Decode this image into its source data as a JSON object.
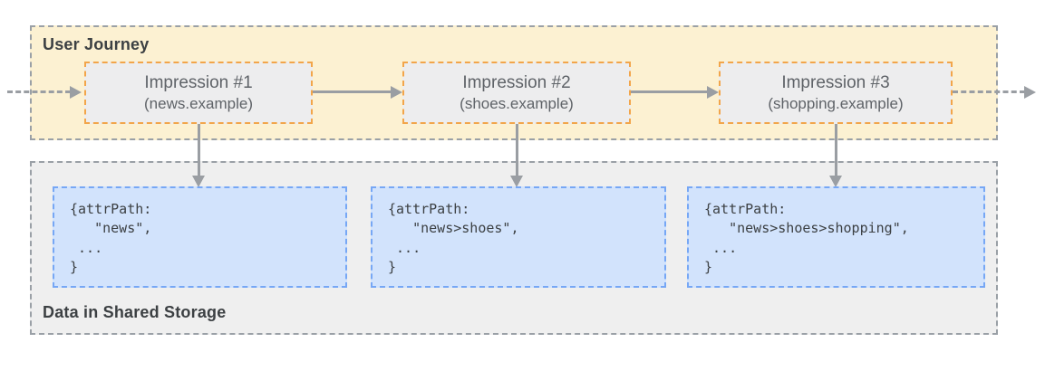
{
  "colors": {
    "journey_band_bg": "#fcf1d2",
    "journey_band_border": "#9aa0a6",
    "impression_box_bg": "#ededee",
    "impression_box_border": "#f2a54a",
    "storage_band_bg": "#efefef",
    "storage_band_border": "#9aa0a6",
    "code_box_bg": "#d2e3fc",
    "code_box_border": "#76a7f5",
    "arrow": "#9a9ea3",
    "heading_text": "#3c4043",
    "body_text": "#5f6368"
  },
  "user_journey": {
    "label": "User Journey",
    "impressions": [
      {
        "title": "Impression #1",
        "subtitle": "(news.example)"
      },
      {
        "title": "Impression #2",
        "subtitle": "(shoes.example)"
      },
      {
        "title": "Impression #3",
        "subtitle": "(shopping.example)"
      }
    ]
  },
  "shared_storage": {
    "label": "Data in Shared Storage",
    "entries": [
      {
        "code": "{attrPath:\n   \"news\",\n ...\n}"
      },
      {
        "code": "{attrPath:\n   \"news>shoes\",\n ...\n}"
      },
      {
        "code": "{attrPath:\n   \"news>shoes>shopping\",\n ...\n}"
      }
    ]
  }
}
